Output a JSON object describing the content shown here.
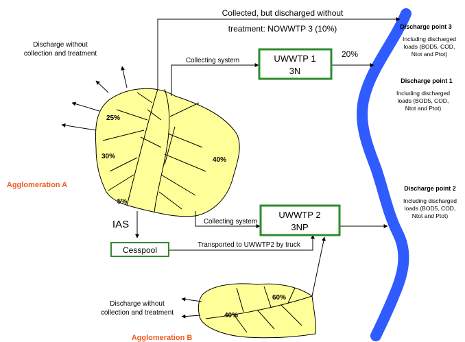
{
  "top_flow": {
    "line1": "Collected, but discharged without",
    "line2": "treatment: NOWWTP 3 (10%)"
  },
  "agglomeration_a": {
    "label": "Agglomeration A",
    "discharge_label": [
      "Discharge without",
      "collection and treatment"
    ],
    "sections": [
      "25%",
      "30%",
      "40%",
      "5%"
    ],
    "ias_label": "IAS"
  },
  "agglomeration_b": {
    "label": "Agglomeration B",
    "discharge_label": [
      "Discharge without",
      "collection and treatment"
    ],
    "sections": [
      "60%",
      "40%"
    ]
  },
  "uwwtp1": {
    "name": "UWWTP 1",
    "type": "3N",
    "flow_label": "Collecting system",
    "share": "20%"
  },
  "uwwtp2": {
    "name": "UWWTP 2",
    "type": "3NP",
    "flow_label": "Collecting system"
  },
  "cesspool": {
    "label": "Cesspool",
    "truck_label": "Transported to UWWTP2 by truck"
  },
  "discharge_points": [
    {
      "title": "Discharge point 3",
      "lines": [
        "Including discharged",
        "loads (BOD5, COD,",
        "Ntot and Ptot)"
      ]
    },
    {
      "title": "Discharge point 1",
      "lines": [
        "Including discharged",
        "loads (BOD5, COD,",
        "Ntot and Ptot)"
      ]
    },
    {
      "title": "Discharge point 2",
      "lines": [
        "Including discharged",
        "loads (BOD5, COD,",
        "Ntot and Ptot)"
      ]
    }
  ],
  "colors": {
    "river": "#2f5bff",
    "leaf": "#ffff99",
    "box_border": "#2e8b2e",
    "agglomeration_label": "#f05a22"
  }
}
